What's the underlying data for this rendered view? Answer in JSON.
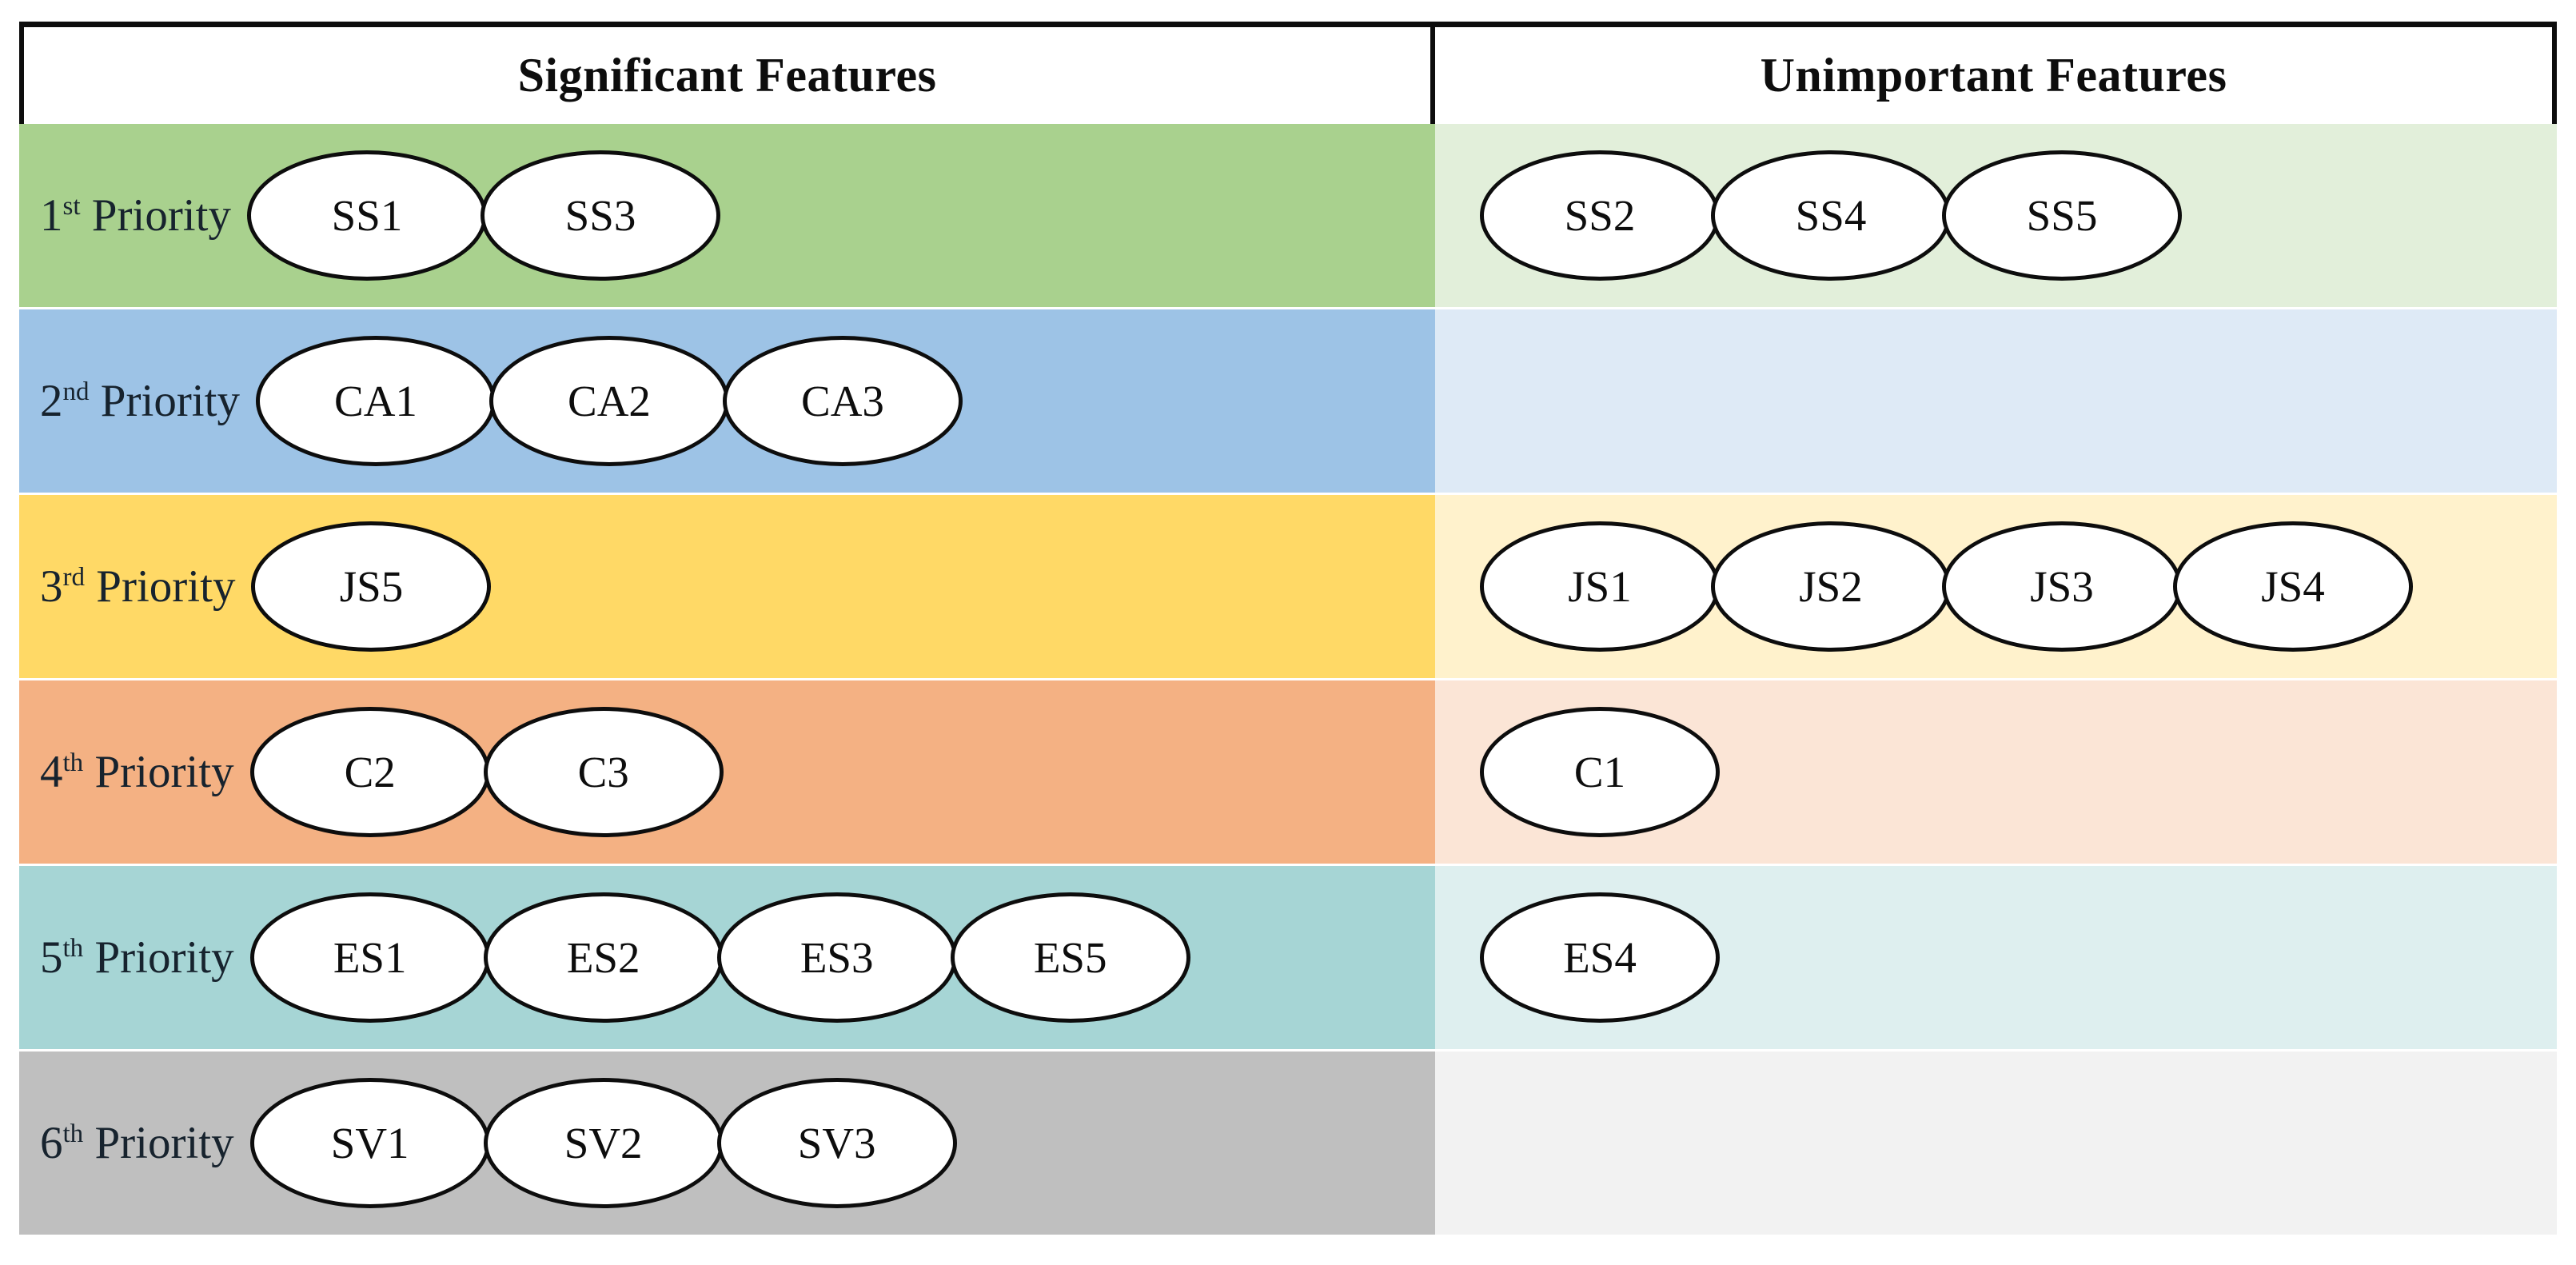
{
  "header": {
    "left_label": "Significant Features",
    "right_label": "Unimportant Features"
  },
  "colors": {
    "border": "#0D0D0D",
    "text": "#17232E",
    "row1_significant": "#A9D18E",
    "row1_unimportant": "#E2EFDA",
    "row2_significant": "#9DC3E6",
    "row2_unimportant": "#DEEAF6",
    "row3_significant": "#FFD966",
    "row3_unimportant": "#FFF2CC",
    "row4_significant": "#F4B183",
    "row4_unimportant": "#FBE5D6",
    "row5_significant": "#A6D5D5",
    "row5_unimportant": "#DEEFEF",
    "row6_significant": "#BFBFBF",
    "row6_unimportant": "#F2F2F2",
    "ellipse_fill": "#FFFFFF"
  },
  "rows": [
    {
      "label_num": "1",
      "label_ord": "st",
      "label_word": "Priority",
      "significant": [
        "SS1",
        "SS3"
      ],
      "unimportant": [
        "SS2",
        "SS4",
        "SS5"
      ]
    },
    {
      "label_num": "2",
      "label_ord": "nd",
      "label_word": "Priority",
      "significant": [
        "CA1",
        "CA2",
        "CA3"
      ],
      "unimportant": []
    },
    {
      "label_num": "3",
      "label_ord": "rd",
      "label_word": "Priority",
      "significant": [
        "JS5"
      ],
      "unimportant": [
        "JS1",
        "JS2",
        "JS3",
        "JS4"
      ]
    },
    {
      "label_num": "4",
      "label_ord": "th",
      "label_word": "Priority",
      "significant": [
        "C2",
        "C3"
      ],
      "unimportant": [
        "C1"
      ]
    },
    {
      "label_num": "5",
      "label_ord": "th",
      "label_word": "Priority",
      "significant": [
        "ES1",
        "ES2",
        "ES3",
        "ES5"
      ],
      "unimportant": [
        "ES4"
      ]
    },
    {
      "label_num": "6",
      "label_ord": "th",
      "label_word": "Priority",
      "significant": [
        "SV1",
        "SV2",
        "SV3"
      ],
      "unimportant": []
    }
  ]
}
